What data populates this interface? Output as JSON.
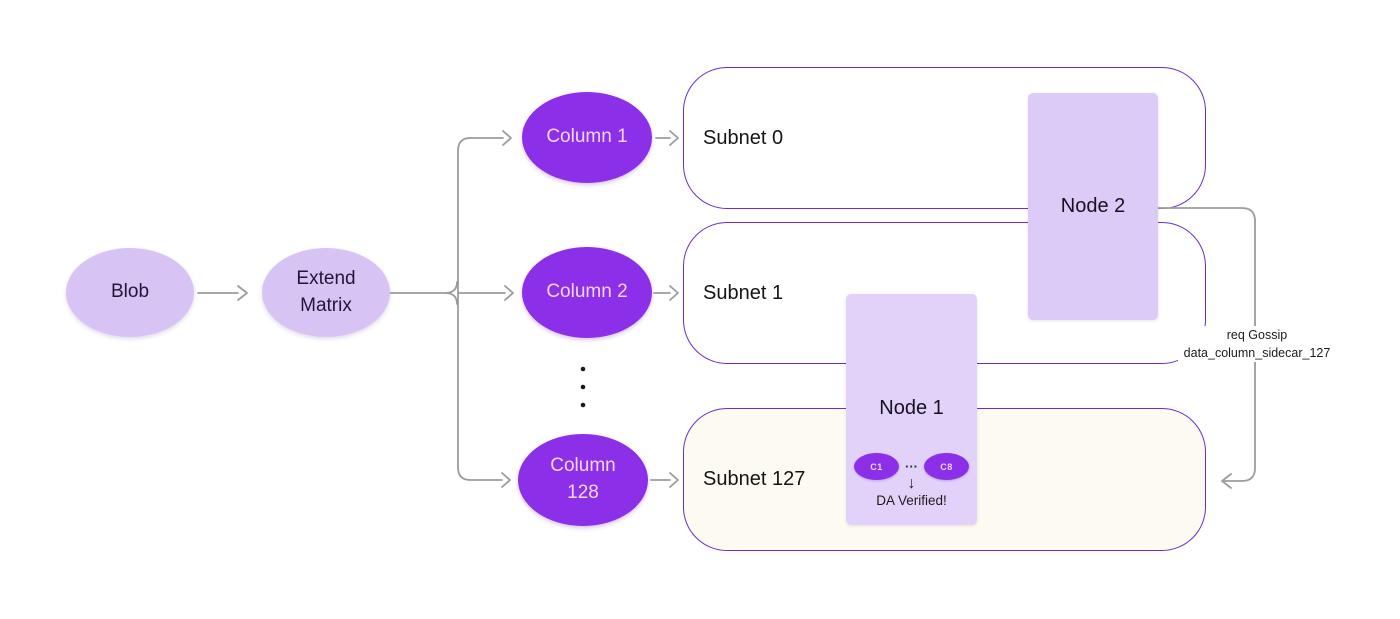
{
  "pipeline": {
    "blob_label": "Blob",
    "extend_label": "Extend Matrix",
    "columns": [
      {
        "label": "Column 1"
      },
      {
        "label": "Column 2"
      },
      {
        "label": "Column 128"
      }
    ]
  },
  "subnets": [
    {
      "label": "Subnet 0"
    },
    {
      "label": "Subnet 1"
    },
    {
      "label": "Subnet 127"
    }
  ],
  "nodes": {
    "node2": {
      "label": "Node 2"
    },
    "node1": {
      "label": "Node 1",
      "sample_first": "C1",
      "sample_ellipsis": "···",
      "sample_last": "C8",
      "verify_arrow": "↓",
      "verified": "DA Verified!"
    }
  },
  "annotations": {
    "gossip_line1": "req Gossip",
    "gossip_line2": "data_column_sidecar_127"
  },
  "colors": {
    "column_fill": "#8B2FE8",
    "light_ellipse_fill": "#D8C3F5",
    "node2_fill": "#DDCBF7",
    "node1_fill": "#E2D2F9",
    "subnet_border": "#6B2BD6",
    "subnet_127_fill": "#FDFBF1",
    "connector_gray": "#9C9C9C",
    "column_text": "#F5D7FC"
  }
}
